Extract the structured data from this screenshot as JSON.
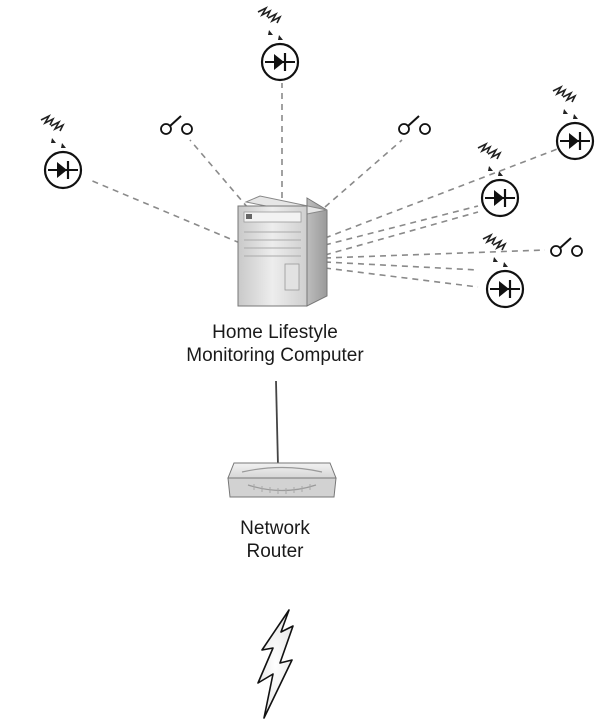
{
  "computer": {
    "label_line1": "Home Lifestyle",
    "label_line2": "Monitoring Computer",
    "icon": "server-tower-icon"
  },
  "router": {
    "label_line1": "Network",
    "label_line2": "Router",
    "icon": "network-router-icon"
  },
  "sensors": {
    "light_sensor_icon": "photodiode-sensor-icon",
    "switch_sensor_icon": "open-switch-sensor-icon",
    "light_sensor_count": 5,
    "switch_sensor_count": 3
  },
  "uplink": {
    "icon": "lightning-bolt-icon"
  },
  "colors": {
    "line": "#444444",
    "dashed_line": "#888888",
    "server_body": "#d8d8d8",
    "background": "#ffffff"
  }
}
